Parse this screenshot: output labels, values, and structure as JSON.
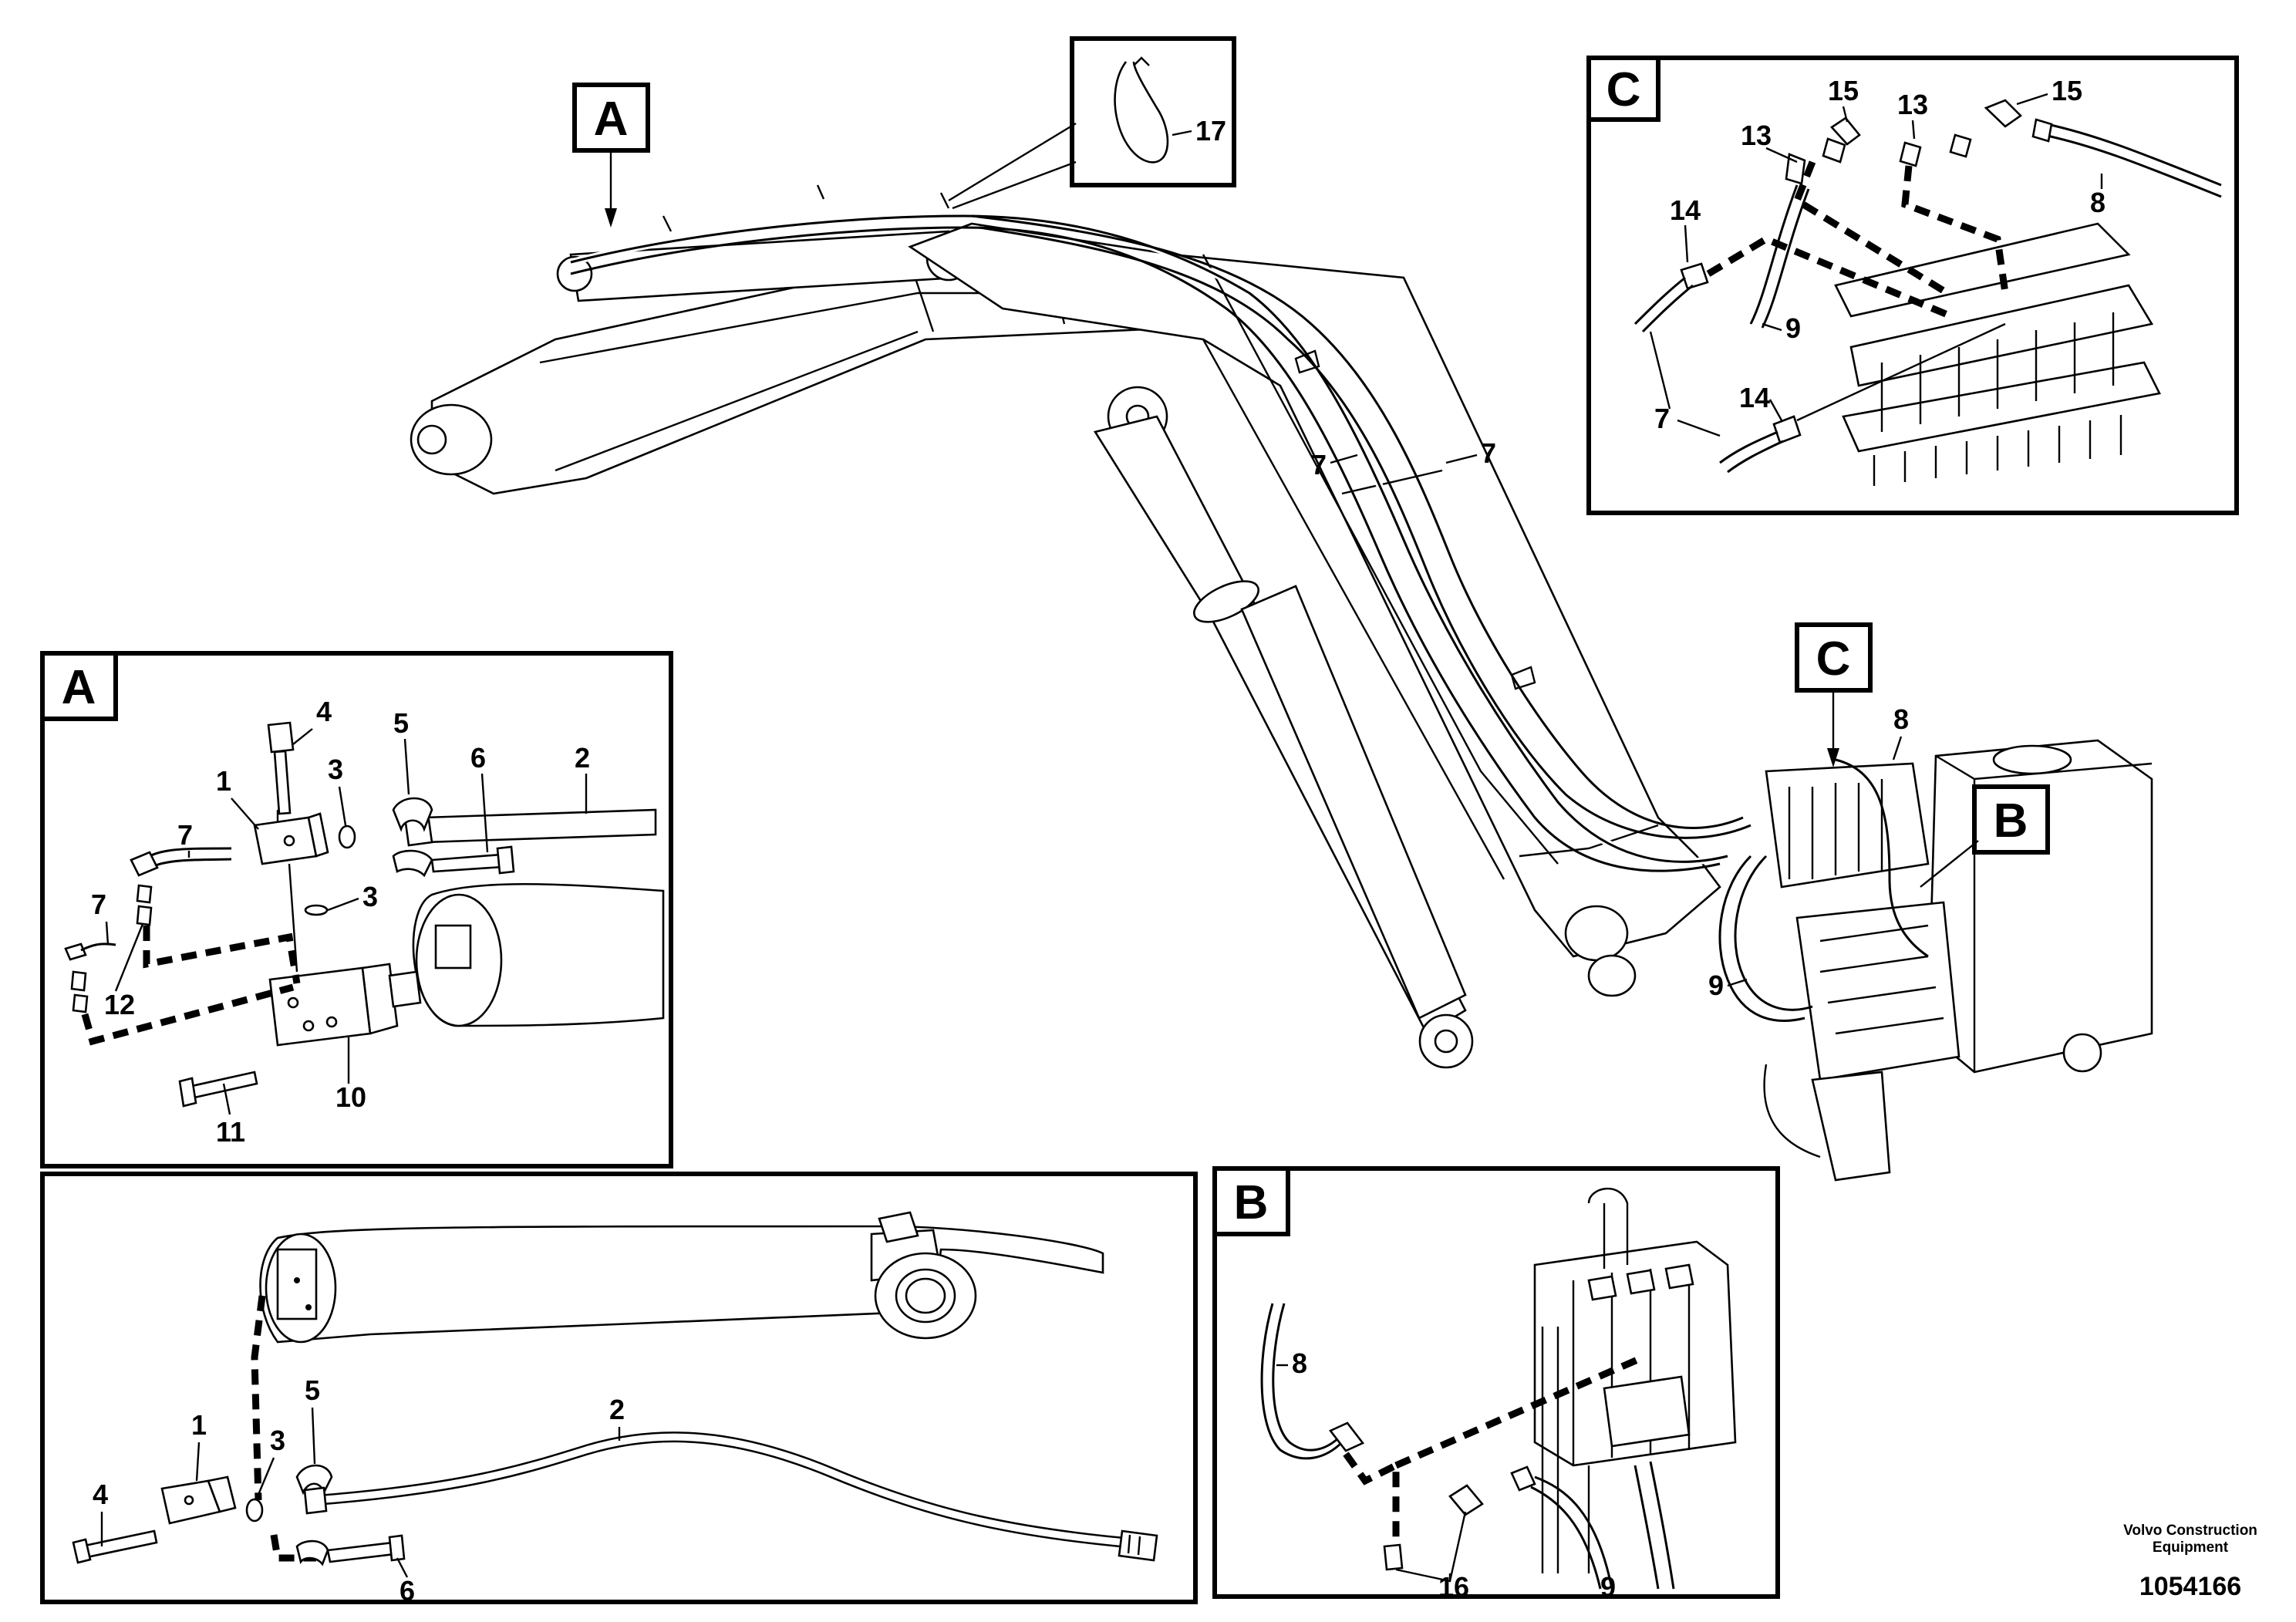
{
  "views": {
    "A": "A",
    "B": "B",
    "C": "C"
  },
  "main": {
    "callout_A": "A",
    "callout_B": "B",
    "callout_C": "C",
    "label_17": "17",
    "label_7a": "7",
    "label_7b": "7",
    "label_8": "8",
    "label_9": "9"
  },
  "detail_A": {
    "title": "A",
    "labels": {
      "l1": "1",
      "l2": "2",
      "l3a": "3",
      "l3b": "3",
      "l4": "4",
      "l5": "5",
      "l6": "6",
      "l7a": "7",
      "l7b": "7",
      "l10": "10",
      "l11": "11",
      "l12": "12"
    }
  },
  "detail_bottom": {
    "labels": {
      "l1": "1",
      "l2": "2",
      "l3": "3",
      "l4": "4",
      "l5": "5",
      "l6": "6"
    }
  },
  "detail_B": {
    "title": "B",
    "labels": {
      "l8": "8",
      "l9": "9",
      "l16": "16"
    }
  },
  "detail_C": {
    "title": "C",
    "labels": {
      "l15a": "15",
      "l15b": "15",
      "l13a": "13",
      "l13b": "13",
      "l14a": "14",
      "l14b": "14",
      "l7": "7",
      "l8": "8",
      "l9": "9"
    }
  },
  "footer": {
    "brand_line1": "Volvo Construction",
    "brand_line2": "Equipment",
    "doc_number": "1054166"
  }
}
